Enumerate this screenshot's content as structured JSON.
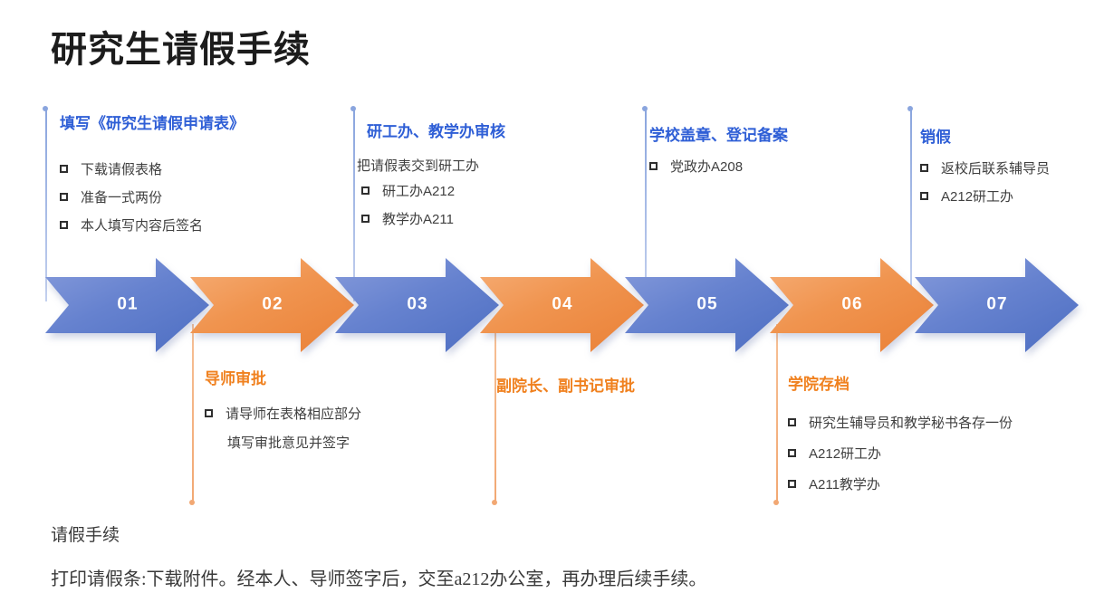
{
  "title": "研究生请假手续",
  "colors": {
    "arrow_blue": "#4472C4",
    "arrow_orange": "#ED7D31",
    "heading_blue": "#2F5FD6",
    "heading_orange": "#F0811F",
    "connector_blue": "#8AA5DE",
    "connector_orange": "#F2A873",
    "body_text": "#404040"
  },
  "steps": [
    {
      "num": "01",
      "accent": "blue",
      "side": "top",
      "title": "填写《研究生请假申请表》",
      "items": [
        "下载请假表格",
        "准备一式两份",
        "本人填写内容后签名"
      ]
    },
    {
      "num": "02",
      "accent": "orange",
      "side": "bottom",
      "title": "导师审批",
      "items": [
        "请导师在表格相应部分"
      ],
      "item_cont": "填写审批意见并签字"
    },
    {
      "num": "03",
      "accent": "blue",
      "side": "top",
      "title": "研工办、教学办审核",
      "intro": "把请假表交到研工办",
      "items": [
        "研工办A212",
        "教学办A211"
      ]
    },
    {
      "num": "04",
      "accent": "orange",
      "side": "bottom",
      "title": "副院长、副书记审批",
      "items": []
    },
    {
      "num": "05",
      "accent": "blue",
      "side": "top",
      "title": "学校盖章、登记备案",
      "items": [
        "党政办A208"
      ]
    },
    {
      "num": "06",
      "accent": "orange",
      "side": "bottom",
      "title": "学院存档",
      "items": [
        "研究生辅导员和教学秘书各存一份",
        "A212研工办",
        "A211教学办"
      ]
    },
    {
      "num": "07",
      "accent": "blue",
      "side": "top",
      "title": "销假",
      "items": [
        "返校后联系辅导员",
        "A212研工办"
      ]
    }
  ],
  "footer": {
    "line1": "请假手续",
    "line2": "打印请假条:下载附件。经本人、导师签字后，交至a212办公室，再办理后续手续。"
  }
}
